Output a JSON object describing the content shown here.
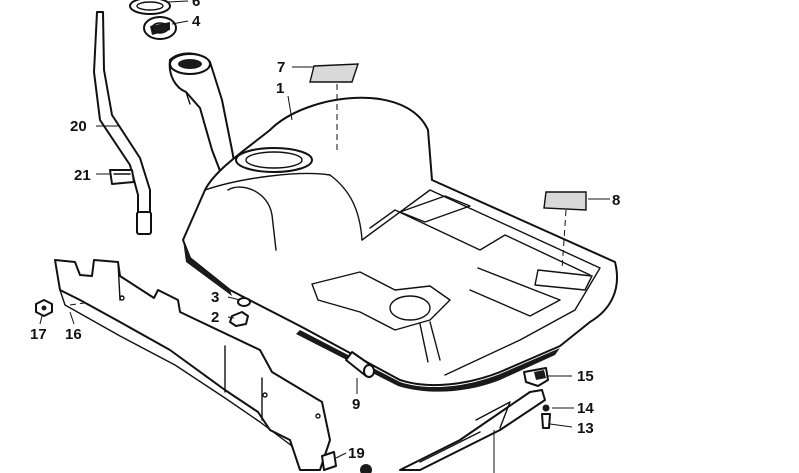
{
  "callouts": [
    {
      "id": "c1",
      "label": "1"
    },
    {
      "id": "c2",
      "label": "2"
    },
    {
      "id": "c3",
      "label": "3"
    },
    {
      "id": "c4",
      "label": "4"
    },
    {
      "id": "c6",
      "label": "6"
    },
    {
      "id": "c7",
      "label": "7"
    },
    {
      "id": "c8",
      "label": "8"
    },
    {
      "id": "c9",
      "label": "9"
    },
    {
      "id": "c13",
      "label": "13"
    },
    {
      "id": "c14",
      "label": "14"
    },
    {
      "id": "c15",
      "label": "15"
    },
    {
      "id": "c16",
      "label": "16"
    },
    {
      "id": "c17",
      "label": "17"
    },
    {
      "id": "c19",
      "label": "19"
    },
    {
      "id": "c20",
      "label": "20"
    },
    {
      "id": "c21",
      "label": "21"
    }
  ]
}
